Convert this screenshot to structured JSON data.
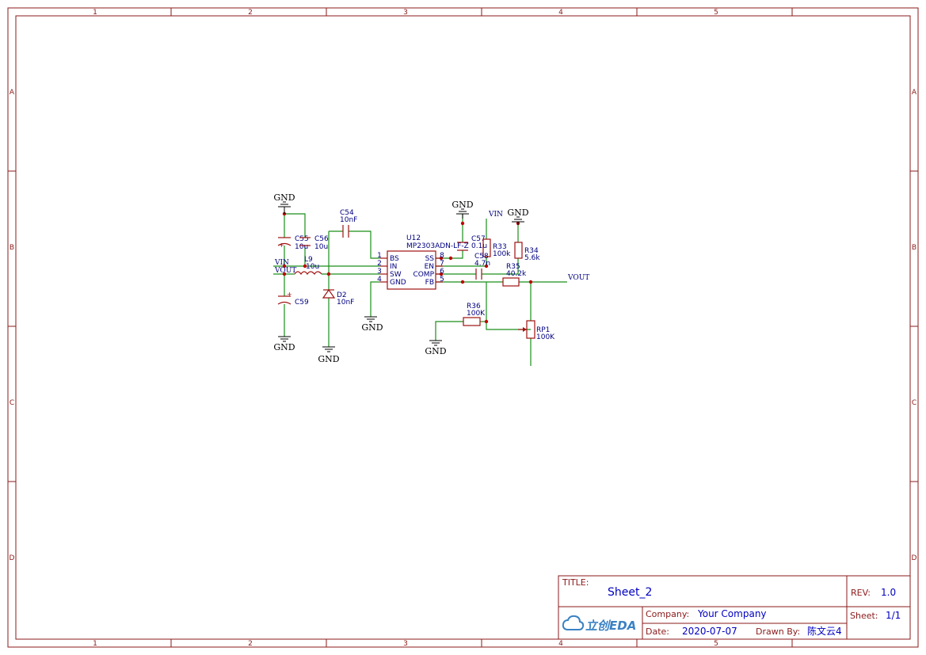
{
  "frame": {
    "columns": [
      "1",
      "2",
      "3",
      "4",
      "5"
    ],
    "rows": [
      "A",
      "B",
      "C",
      "D"
    ]
  },
  "title_block": {
    "title_label": "TITLE:",
    "title_value": "Sheet_2",
    "rev_label": "REV:",
    "rev_value": "1.0",
    "company_label": "Company:",
    "company_value": "Your Company",
    "sheet_label": "Sheet:",
    "sheet_value": "1/1",
    "date_label": "Date:",
    "date_value": "2020-07-07",
    "drawn_label": "Drawn By:",
    "drawn_value": "陈文云4",
    "logo_text": "立创EDA"
  },
  "components": {
    "c55": {
      "ref": "C55",
      "value": "10u"
    },
    "c56": {
      "ref": "C56",
      "value": "10u"
    },
    "c54": {
      "ref": "C54",
      "value": "10nF"
    },
    "c57": {
      "ref": "C57",
      "value": "0.1u"
    },
    "c58": {
      "ref": "C58",
      "value": "4.7n"
    },
    "c59": {
      "ref": "C59"
    },
    "l9": {
      "ref": "L9",
      "value": "10u"
    },
    "d2": {
      "ref": "D2",
      "value": "10nF"
    },
    "u12": {
      "ref": "U12",
      "value": "MP2303ADN-LF-Z"
    },
    "r33": {
      "ref": "R33",
      "value": "100k"
    },
    "r34": {
      "ref": "R34",
      "value": "5.6k"
    },
    "r35": {
      "ref": "R35",
      "value": "40.2k"
    },
    "r36": {
      "ref": "R36",
      "value": "100K"
    },
    "rp1": {
      "ref": "RP1",
      "value": "100K"
    }
  },
  "ic_pins": {
    "left": [
      {
        "num": "1",
        "name": "BS"
      },
      {
        "num": "2",
        "name": "IN"
      },
      {
        "num": "3",
        "name": "SW"
      },
      {
        "num": "4",
        "name": "GND"
      }
    ],
    "right": [
      {
        "num": "8",
        "name": "SS"
      },
      {
        "num": "7",
        "name": "EN"
      },
      {
        "num": "6",
        "name": "COMP"
      },
      {
        "num": "5",
        "name": "FB"
      }
    ]
  },
  "nets": {
    "gnd": "GND",
    "vin": "VIN",
    "vout": "VOUT"
  },
  "colors": {
    "frame": "#8b1a1a",
    "wire": "#1a8f1a",
    "component": "#a01010",
    "junction": "#c00000",
    "label": "#000080",
    "title_value": "#0000c0"
  }
}
